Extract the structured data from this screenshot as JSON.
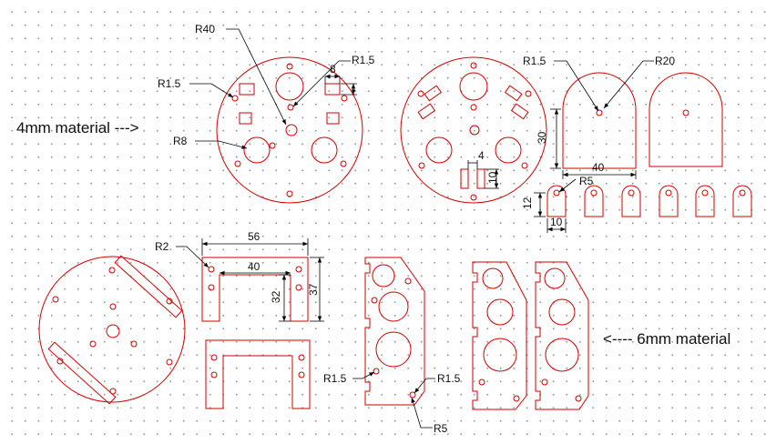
{
  "notes": {
    "mat4": "4mm material --->",
    "mat6": "<---- 6mm material"
  },
  "dimensions": {
    "r40": "R40",
    "r1_5_a": "R1.5",
    "r1_5_b": "R1.5",
    "r1_5_c": "R1.5",
    "r1_5_d": "R1.5",
    "r1_5_e": "R1.5",
    "r8": "R8",
    "r20": "R20",
    "r5_a": "R5",
    "r5_b": "R5",
    "r2": "R2",
    "d8": "8",
    "d30": "30",
    "d40_a": "40",
    "d4": "4",
    "d10_a": "10",
    "d12": "12",
    "d10_b": "10",
    "d56": "56",
    "d40_b": "40",
    "d32": "32",
    "d37": "37"
  },
  "colors": {
    "part_stroke": "#d10000",
    "dimension_stroke": "#000000",
    "grid_dot": "#9a9a9a"
  }
}
